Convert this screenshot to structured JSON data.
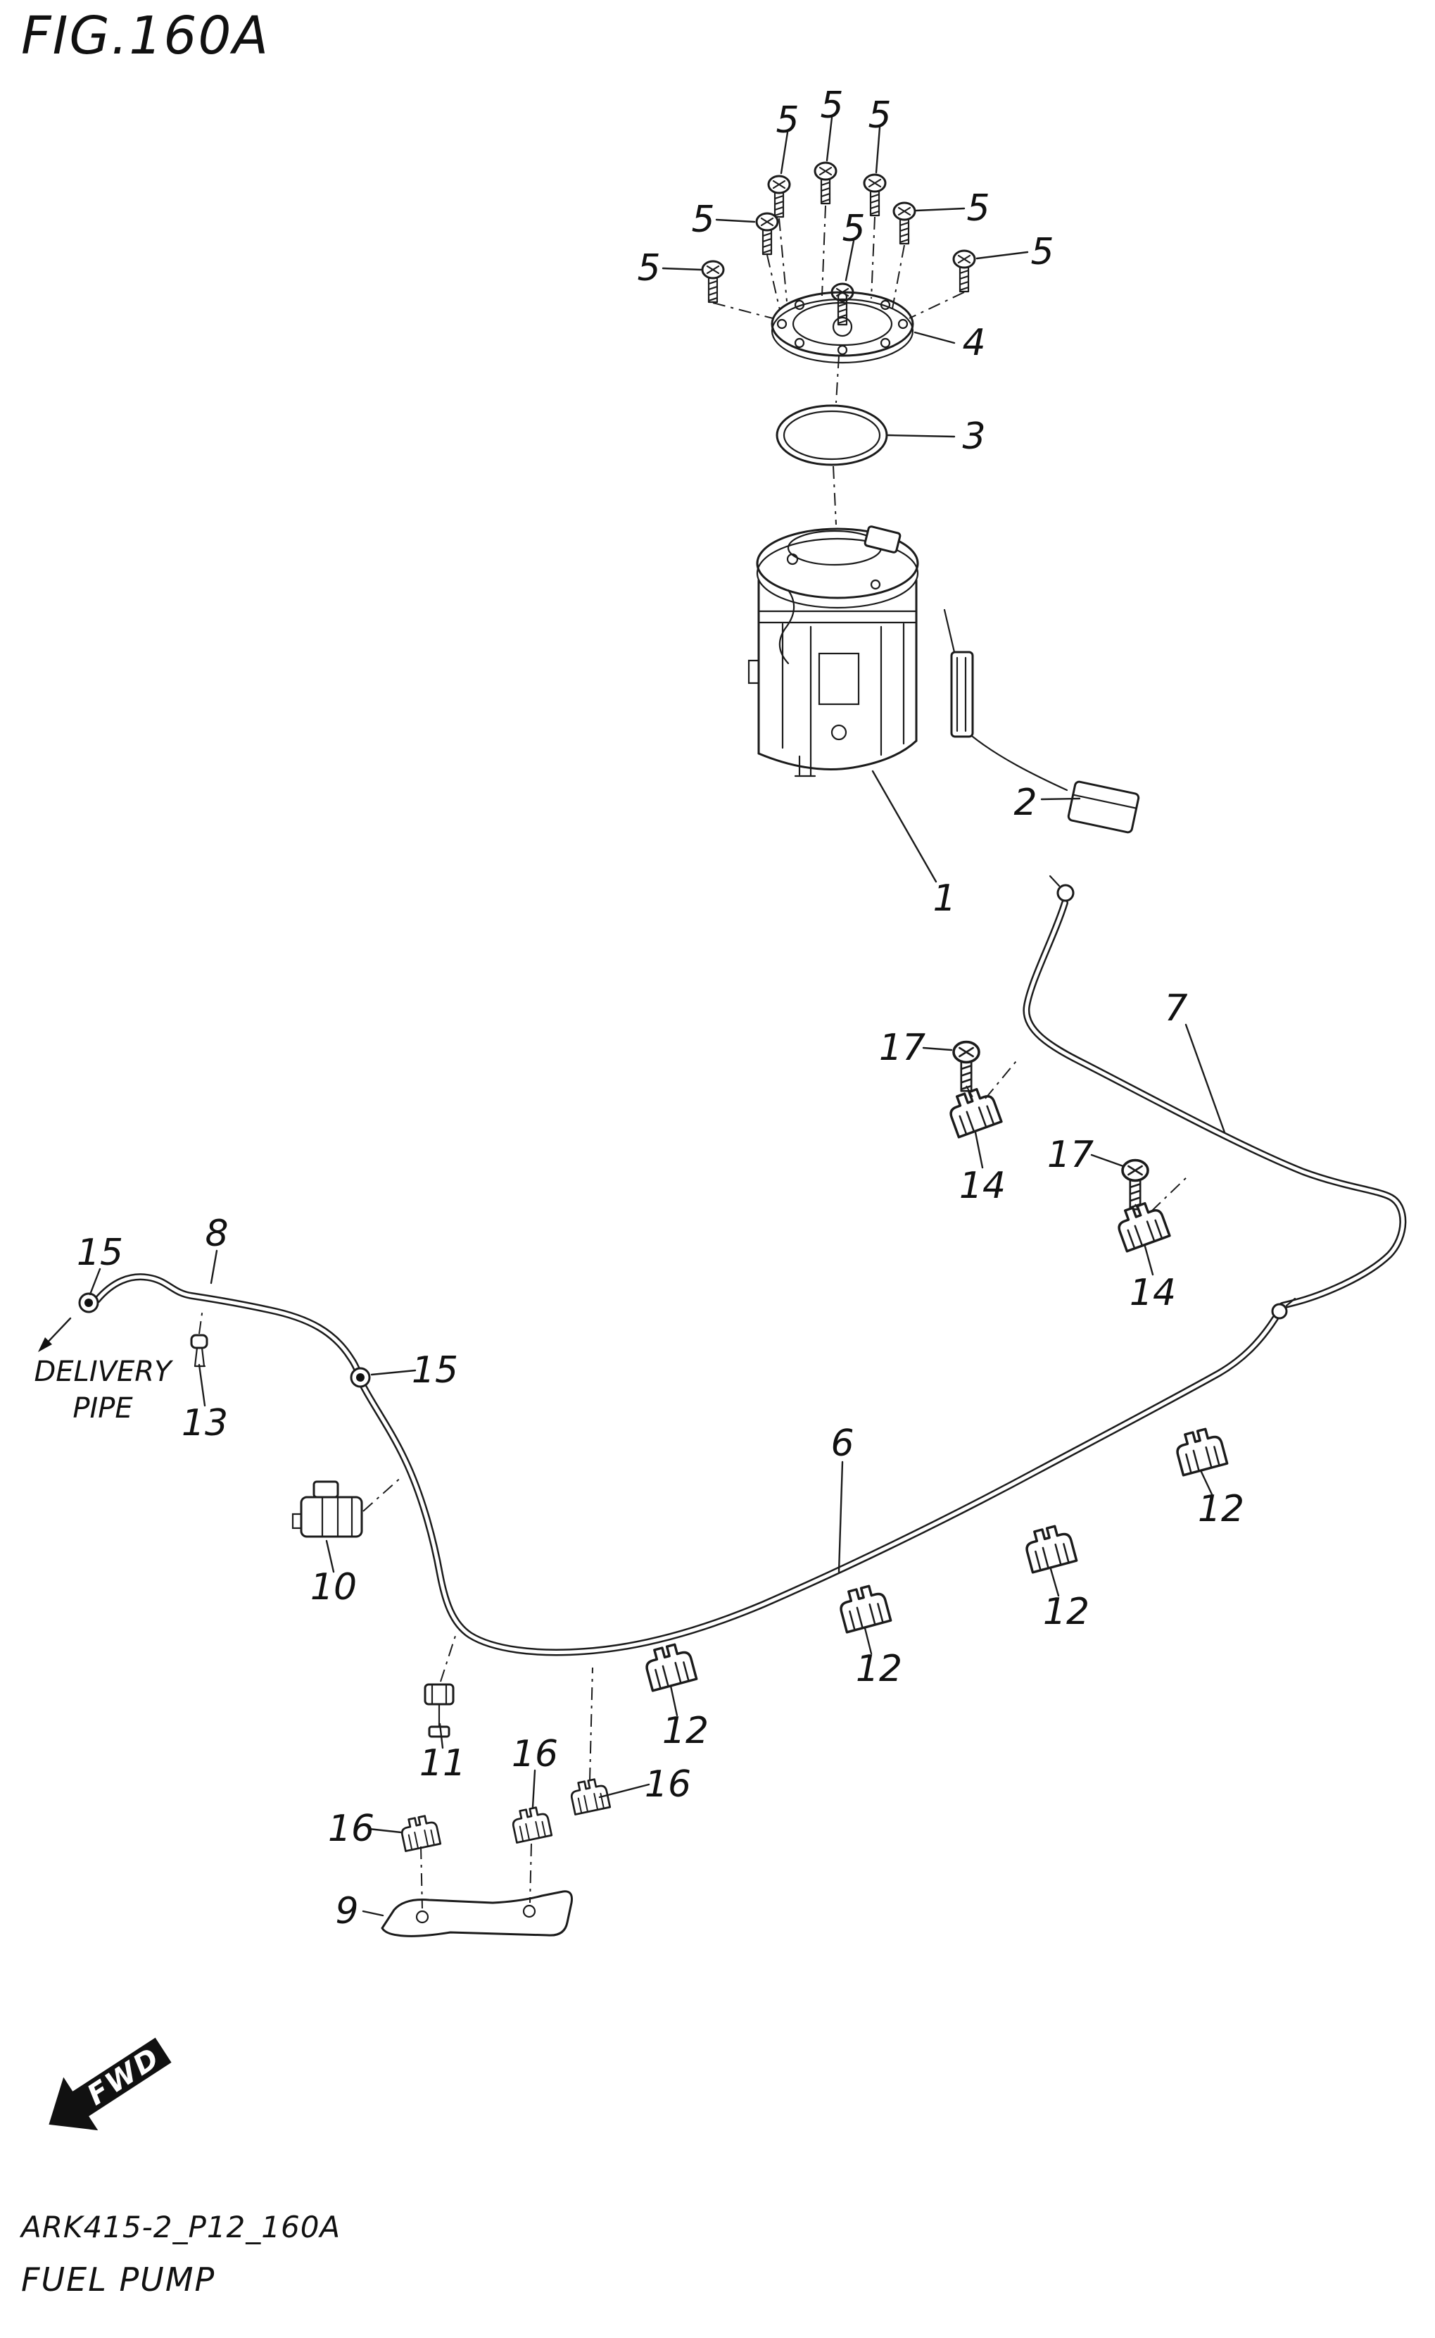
{
  "figure": {
    "title": "FIG.160A",
    "drawing_code": "ARK415-2_P12_160A",
    "drawing_name": "FUEL PUMP",
    "fwd_label": "FWD",
    "delivery_pipe": {
      "line1": "DELIVERY",
      "line2": "PIPE"
    }
  },
  "callouts": [
    {
      "ref": "5"
    },
    {
      "ref": "5"
    },
    {
      "ref": "5"
    },
    {
      "ref": "5"
    },
    {
      "ref": "5"
    },
    {
      "ref": "5"
    },
    {
      "ref": "5"
    },
    {
      "ref": "5"
    },
    {
      "ref": "4"
    },
    {
      "ref": "3"
    },
    {
      "ref": "2"
    },
    {
      "ref": "1"
    },
    {
      "ref": "7"
    },
    {
      "ref": "17"
    },
    {
      "ref": "14"
    },
    {
      "ref": "17"
    },
    {
      "ref": "14"
    },
    {
      "ref": "15"
    },
    {
      "ref": "8"
    },
    {
      "ref": "13"
    },
    {
      "ref": "15"
    },
    {
      "ref": "6"
    },
    {
      "ref": "12"
    },
    {
      "ref": "10"
    },
    {
      "ref": "12"
    },
    {
      "ref": "12"
    },
    {
      "ref": "12"
    },
    {
      "ref": "11"
    },
    {
      "ref": "16"
    },
    {
      "ref": "16"
    },
    {
      "ref": "16"
    },
    {
      "ref": "9"
    }
  ]
}
